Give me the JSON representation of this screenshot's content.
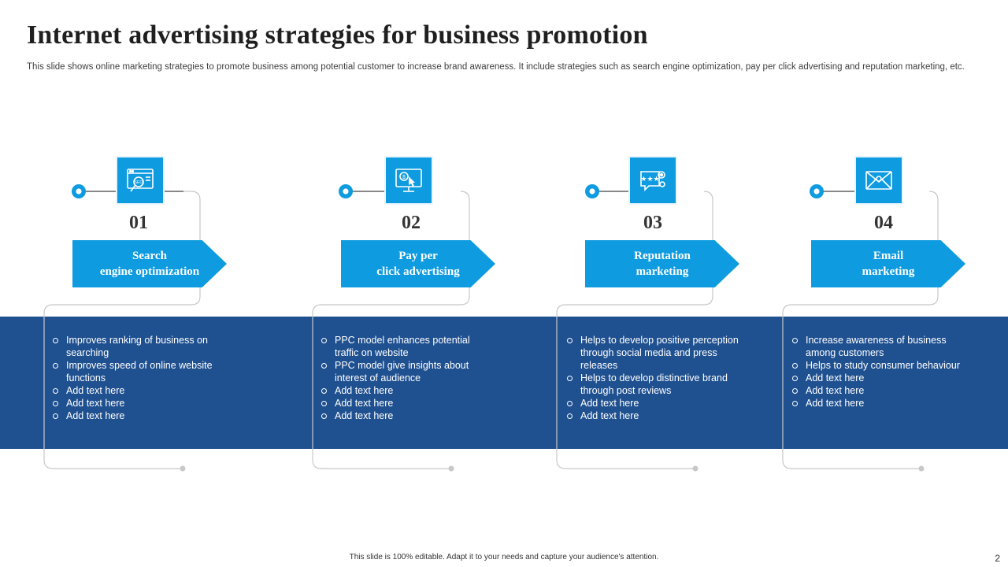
{
  "title": "Internet advertising strategies for business promotion",
  "subtitle": "This slide shows online marketing strategies to promote business among potential customer to increase brand awareness. It include strategies such as search engine optimization, pay per click advertising and reputation marketing, etc.",
  "colors": {
    "accent": "#0e9be0",
    "band": "#1f5090",
    "line": "#bfbfbf"
  },
  "steps": [
    {
      "number": "01",
      "icon": "seo-browser-icon",
      "label": "Search\nengine optimization",
      "bullets": [
        "Improves ranking of business on searching",
        "Improves speed of online website functions",
        "Add text here",
        "Add text here",
        "Add text here"
      ]
    },
    {
      "number": "02",
      "icon": "monitor-dollar-icon",
      "label": "Pay per\nclick advertising",
      "bullets": [
        "PPC model enhances potential traffic on website",
        "PPC model give  insights about interest of audience",
        "Add text here",
        "Add text here",
        "Add text here"
      ]
    },
    {
      "number": "03",
      "icon": "rating-stars-icon",
      "label": "Reputation\nmarketing",
      "bullets": [
        "Helps to develop positive perception through social media and press releases",
        "Helps to develop distinctive brand through post reviews",
        "Add text here",
        "Add text here"
      ]
    },
    {
      "number": "04",
      "icon": "email-envelope-icon",
      "label": "Email\nmarketing",
      "bullets": [
        "Increase awareness of business among customers",
        "Helps to study consumer behaviour",
        "Add text here",
        "Add text here",
        "Add text here"
      ]
    }
  ],
  "footer": "This slide is 100% editable.  Adapt it to your needs and capture your audience's attention.",
  "page_number": "2"
}
